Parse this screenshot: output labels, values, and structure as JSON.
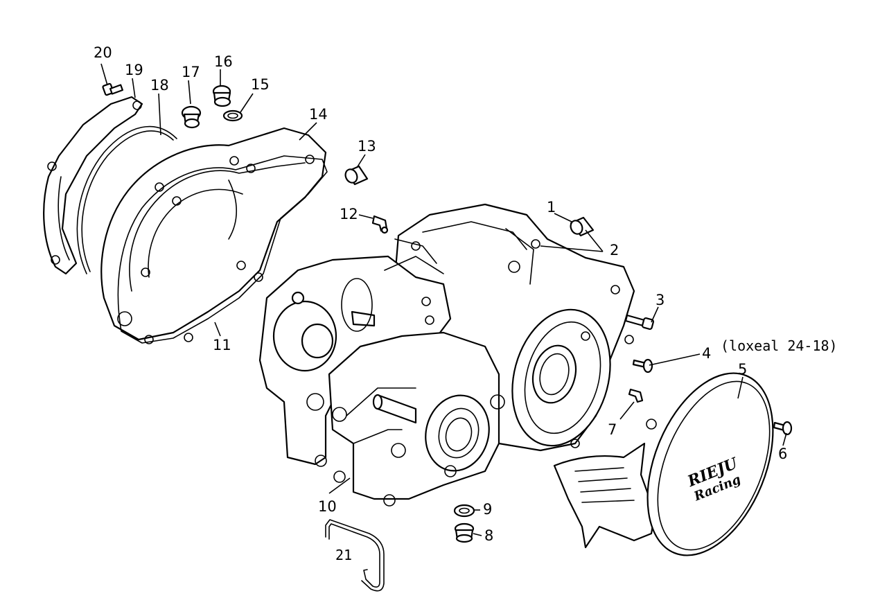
{
  "callouts": [
    {
      "id": "1",
      "text": "1"
    },
    {
      "id": "2",
      "text": "2"
    },
    {
      "id": "3",
      "text": "3"
    },
    {
      "id": "4",
      "text": "4"
    },
    {
      "id": "5",
      "text": "5"
    },
    {
      "id": "6",
      "text": "6"
    },
    {
      "id": "7",
      "text": "7"
    },
    {
      "id": "8",
      "text": "8"
    },
    {
      "id": "9",
      "text": "9"
    },
    {
      "id": "10",
      "text": "10"
    },
    {
      "id": "11",
      "text": "11"
    },
    {
      "id": "12",
      "text": "12"
    },
    {
      "id": "13",
      "text": "13"
    },
    {
      "id": "14",
      "text": "14"
    },
    {
      "id": "15",
      "text": "15"
    },
    {
      "id": "16",
      "text": "16"
    },
    {
      "id": "17",
      "text": "17"
    },
    {
      "id": "18",
      "text": "18"
    },
    {
      "id": "19",
      "text": "19"
    },
    {
      "id": "20",
      "text": "20"
    },
    {
      "id": "21",
      "text": "21"
    }
  ],
  "notes": {
    "part4_note": "(loxeal 24-18)"
  },
  "logo": {
    "brand": "RIEJU",
    "sub": "Racing"
  }
}
